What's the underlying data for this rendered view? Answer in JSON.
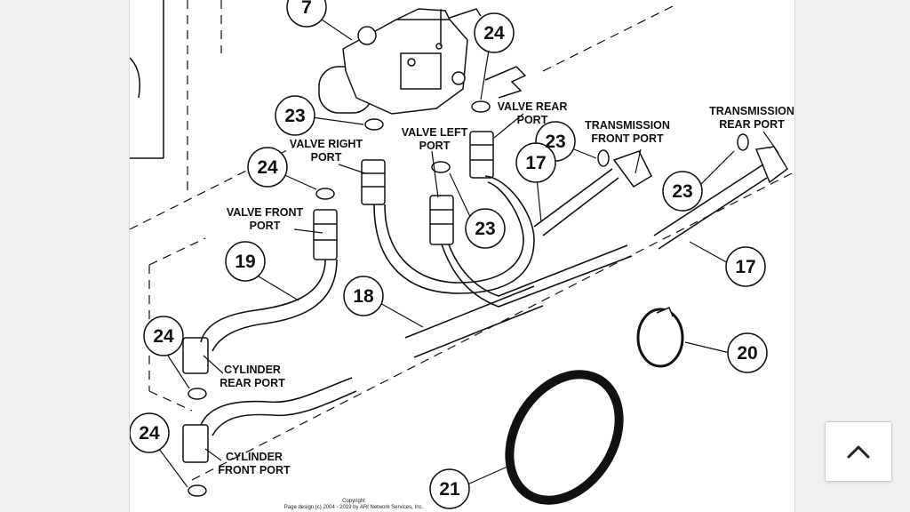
{
  "callouts": {
    "c7": "7",
    "c24_top": "24",
    "c23_right_port": "23",
    "c24_front_port": "24",
    "c23_trans_front": "23",
    "c17_mid": "17",
    "c23_trans_rear": "23",
    "c23_left_port": "23",
    "c19": "19",
    "c18": "18",
    "c17_right": "17",
    "c24_cyl_rear": "24",
    "c20": "20",
    "c24_cyl_front": "24",
    "c21": "21"
  },
  "labels": {
    "valve_rear_port": [
      "VALVE REAR",
      "PORT"
    ],
    "transmission_front_port": [
      "TRANSMISSION",
      "FRONT PORT"
    ],
    "transmission_rear_port": [
      "TRANSMISSION",
      "REAR PORT"
    ],
    "valve_right_port": [
      "VALVE RIGHT",
      "PORT"
    ],
    "valve_left_port": [
      "VALVE LEFT",
      "PORT"
    ],
    "valve_front_port": [
      "VALVE FRONT",
      "PORT"
    ],
    "cylinder_rear_port": [
      "CYLINDER",
      "REAR PORT"
    ],
    "cylinder_front_port": [
      "CYLINDER",
      "FRONT PORT"
    ]
  },
  "footer": {
    "copyright_heading": "Copyright",
    "copyright_line": "Page design (c) 2004 - 2019 by ARI Network Services, Inc."
  },
  "scroll_top_icon": "chevron-up-icon"
}
